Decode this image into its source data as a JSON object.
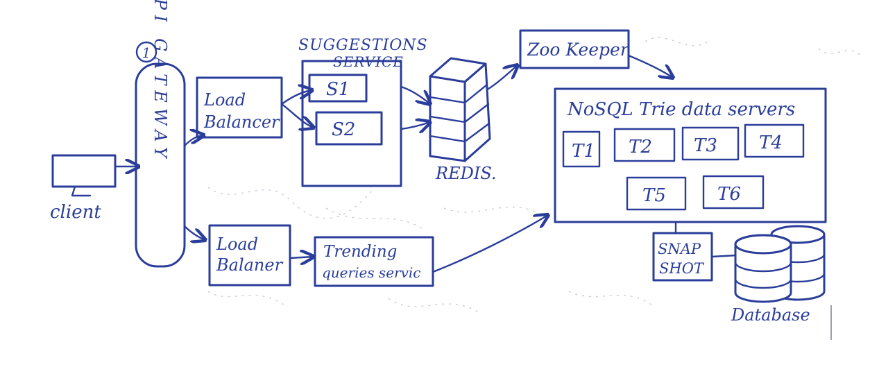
{
  "diagram": {
    "ink_color": "#2a3d9a",
    "paper_color": "#ffffff",
    "nodes": {
      "client": {
        "label": "client"
      },
      "api_gateway": {
        "step_number": "1",
        "label": "API GATEWAY"
      },
      "load_balancer_top": {
        "label_line1": "Load",
        "label_line2": "Balancer"
      },
      "load_balancer_bottom": {
        "label_line1": "Load",
        "label_line2": "Balaner"
      },
      "suggestions_service": {
        "title_line1": "SUGGESTIONS",
        "title_line2": "SERVICE",
        "instances": [
          "S1",
          "S2"
        ]
      },
      "redis": {
        "label": "REDIS."
      },
      "zookeeper": {
        "label": "Zoo Keeper"
      },
      "trending_service": {
        "label_line1": "Trending",
        "label_line2": "queries servic"
      },
      "trie_servers": {
        "title": "NoSQL Trie data servers",
        "nodes": [
          "T1",
          "T2",
          "T3",
          "T4",
          "T5",
          "T6"
        ]
      },
      "snapshot": {
        "label_line1": "SNAP",
        "label_line2": "SHOT"
      },
      "database": {
        "label": "Database"
      }
    },
    "edges": [
      {
        "from": "client",
        "to": "api_gateway"
      },
      {
        "from": "api_gateway",
        "to": "load_balancer_top"
      },
      {
        "from": "api_gateway",
        "to": "load_balancer_bottom"
      },
      {
        "from": "load_balancer_top",
        "to": "suggestions_service.S1"
      },
      {
        "from": "load_balancer_top",
        "to": "suggestions_service.S2"
      },
      {
        "from": "suggestions_service",
        "to": "redis"
      },
      {
        "from": "redis",
        "to": "zookeeper"
      },
      {
        "from": "zookeeper",
        "to": "trie_servers"
      },
      {
        "from": "load_balancer_bottom",
        "to": "trending_service"
      },
      {
        "from": "trending_service",
        "to": "trie_servers"
      },
      {
        "from": "trie_servers",
        "to": "snapshot"
      },
      {
        "from": "snapshot",
        "to": "database"
      }
    ]
  }
}
